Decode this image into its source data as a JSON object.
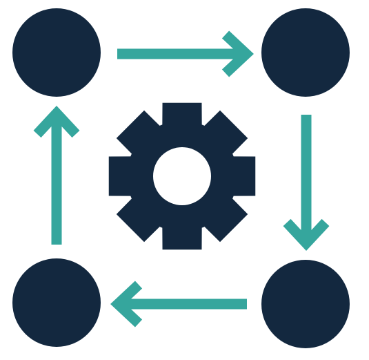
{
  "colors": {
    "node": "#13283f",
    "arrow": "#35a69d",
    "gear": "#13283f",
    "background": "#ffffff"
  },
  "icons": {
    "nodes": [
      "circle-node-top-left",
      "circle-node-top-right",
      "circle-node-bottom-right",
      "circle-node-bottom-left"
    ],
    "arrows": [
      "arrow-right",
      "arrow-down",
      "arrow-left",
      "arrow-up"
    ],
    "center": "gear-icon"
  },
  "cycle_order": [
    "top-left",
    "top-right",
    "bottom-right",
    "bottom-left"
  ]
}
